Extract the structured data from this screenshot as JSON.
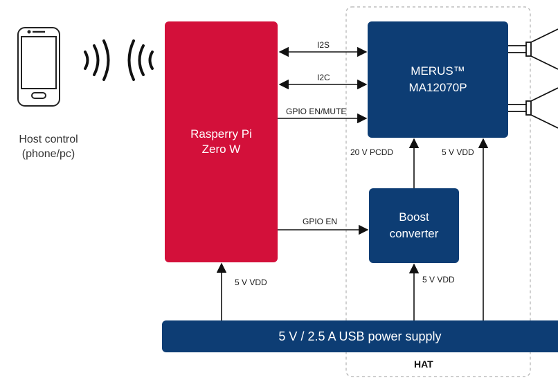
{
  "blocks": {
    "raspberry_pi": "Rasperry Pi\nZero W",
    "merus": "MERUS™\nMA12070P",
    "boost": "Boost\nconverter",
    "power_supply": "5 V / 2.5 A USB power supply"
  },
  "host": {
    "label": "Host control\n(phone/pc)"
  },
  "signals": {
    "i2s": "I2S",
    "i2c": "I2C",
    "gpio_en_mute": "GPIO EN/MUTE",
    "gpio_en": "GPIO EN",
    "pcdd_20v": "20 V PCDD",
    "vdd_5v_merus": "5 V VDD",
    "vdd_5v_rpi": "5 V VDD",
    "vdd_5v_boost": "5 V VDD"
  },
  "hat_label": "HAT",
  "colors": {
    "raspberry_red": "#d3103a",
    "navy": "#0d3d74",
    "line": "#111111",
    "hat_border": "#b0b0b0"
  }
}
